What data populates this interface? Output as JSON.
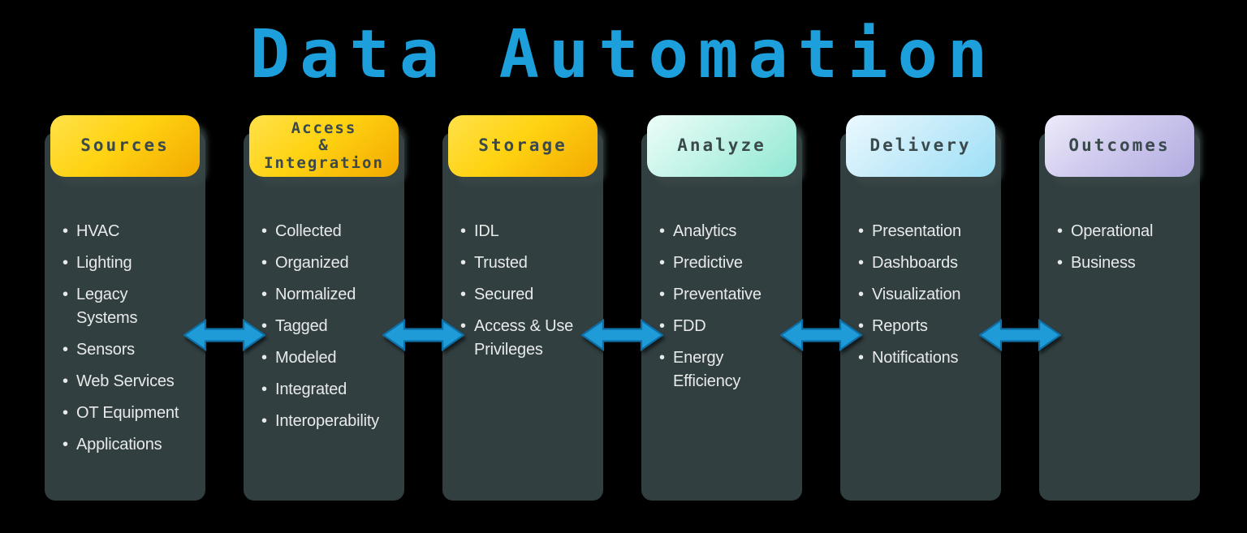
{
  "title": {
    "text": "Data Automation",
    "color": "#1c9fdb"
  },
  "columns": [
    {
      "name": "Sources",
      "header": {
        "label": "Sources",
        "gradient_from": "#ffe14a",
        "gradient_to": "#f3a900",
        "text_color": "#3a494b"
      },
      "items": [
        "HVAC",
        "Lighting",
        "Legacy Systems",
        "Sensors",
        "Web Services",
        "OT Equipment",
        "Applications"
      ]
    },
    {
      "name": "Access & Integration",
      "header": {
        "label": "Access\n&\nIntegration",
        "gradient_from": "#ffe14a",
        "gradient_to": "#f3a900",
        "text_color": "#3a494b"
      },
      "items": [
        "Collected",
        "Organized",
        "Normalized",
        "Tagged",
        "Modeled",
        "Integrated",
        "Interoperability"
      ]
    },
    {
      "name": "Storage",
      "header": {
        "label": "Storage",
        "gradient_from": "#ffe14a",
        "gradient_to": "#f3a900",
        "text_color": "#3a494b"
      },
      "items": [
        "IDL",
        "Trusted",
        "Secured",
        "Access & Use Privileges"
      ]
    },
    {
      "name": "Analyze",
      "header": {
        "label": "Analyze",
        "gradient_from": "#edfdf8",
        "gradient_to": "#8fe7d3",
        "text_color": "#3a494b"
      },
      "items": [
        "Analytics",
        "Predictive",
        "Preventative",
        "FDD",
        "Energy Efficiency"
      ]
    },
    {
      "name": "Delivery",
      "header": {
        "label": "Delivery",
        "gradient_from": "#ecf9fe",
        "gradient_to": "#9cdff6",
        "text_color": "#3a494b"
      },
      "items": [
        "Presentation",
        "Dashboards",
        "Visualization",
        "Reports",
        "Notifications"
      ]
    },
    {
      "name": "Outcomes",
      "header": {
        "label": "Outcomes",
        "gradient_from": "#edebfa",
        "gradient_to": "#b1abe0",
        "text_color": "#3a494b"
      },
      "items": [
        "Operational",
        "Business"
      ]
    }
  ],
  "arrows": {
    "icon": "double-arrow-icon",
    "count": 5,
    "fill_color": "#1f9bd8",
    "border_color": "#0e6fa6"
  },
  "panel": {
    "background_color": "#323f40",
    "text_color": "#e8eaea",
    "page_background": "#000000"
  }
}
